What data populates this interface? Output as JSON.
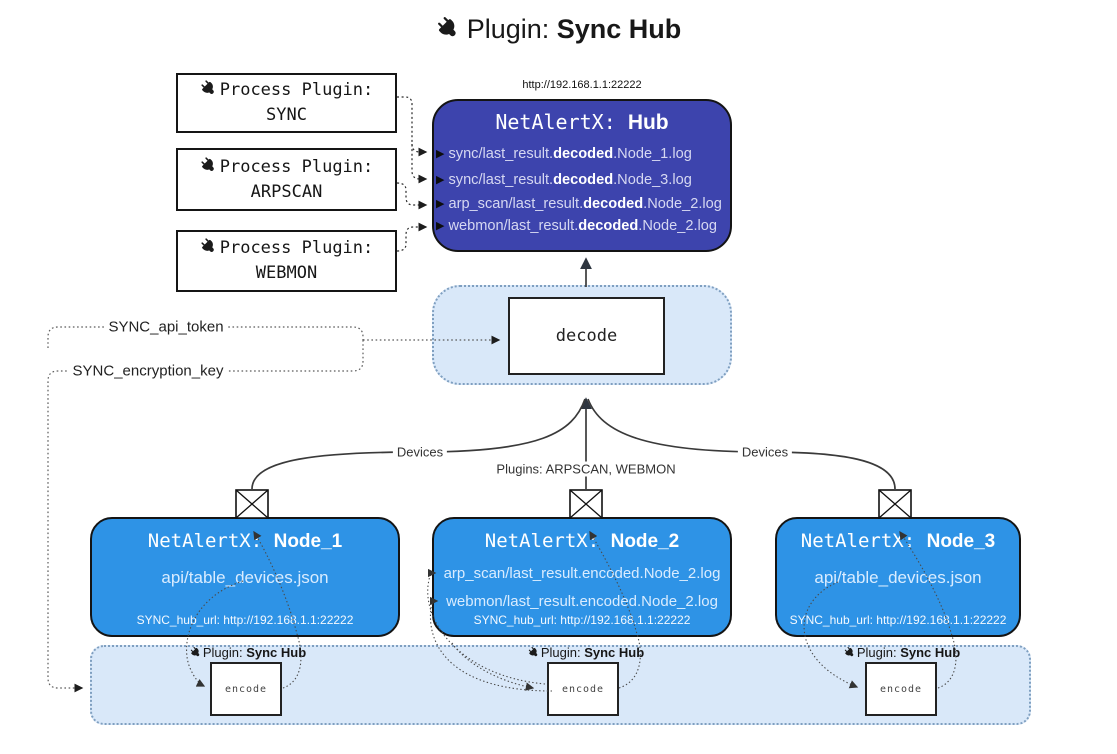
{
  "title": {
    "label": "Plugin:",
    "name": "Sync Hub"
  },
  "hub": {
    "url": "http://192.168.1.1:22222",
    "title_prefix": "NetAlertX:",
    "title_name": "Hub",
    "bullet": "▶",
    "logs": [
      {
        "pre": "sync/last_result.",
        "bold": "decoded",
        "post": ".Node_1.log"
      },
      {
        "pre": "sync/last_result.",
        "bold": "decoded",
        "post": ".Node_3.log"
      },
      {
        "pre": "arp_scan/last_result.",
        "bold": "decoded",
        "post": ".Node_2.log"
      },
      {
        "pre": "webmon/last_result.",
        "bold": "decoded",
        "post": ".Node_2.log"
      }
    ]
  },
  "process_plugins": [
    {
      "label": "Process Plugin:",
      "name": "SYNC"
    },
    {
      "label": "Process Plugin:",
      "name": "ARPSCAN"
    },
    {
      "label": "Process Plugin:",
      "name": "WEBMON"
    }
  ],
  "decode": {
    "label": "decode"
  },
  "settings": {
    "api_token": "SYNC_api_token",
    "encryption_key": "SYNC_encryption_key"
  },
  "edge_labels": {
    "devices_left": "Devices",
    "devices_right": "Devices",
    "plugins_center": "Plugins: ARPSCAN, WEBMON"
  },
  "nodes": [
    {
      "title_prefix": "NetAlertX:",
      "title_name": "Node_1",
      "files": [
        "api/table_devices.json"
      ],
      "hub_url": "SYNC_hub_url: http://192.168.1.1:22222"
    },
    {
      "title_prefix": "NetAlertX:",
      "title_name": "Node_2",
      "files": [
        "arp_scan/last_result.encoded.Node_2.log",
        "webmon/last_result.encoded.Node_2.log"
      ],
      "hub_url": "SYNC_hub_url: http://192.168.1.1:22222"
    },
    {
      "title_prefix": "NetAlertX:",
      "title_name": "Node_3",
      "files": [
        "api/table_devices.json"
      ],
      "hub_url": "SYNC_hub_url: http://192.168.1.1:22222"
    }
  ],
  "encoders": [
    {
      "label": "Plugin:",
      "name": "Sync Hub",
      "box": "encode"
    },
    {
      "label": "Plugin:",
      "name": "Sync Hub",
      "box": "encode"
    },
    {
      "label": "Plugin:",
      "name": "Sync Hub",
      "box": "encode"
    }
  ],
  "colors": {
    "hub_fill": "#3d44ad",
    "node_fill": "#2e93e6",
    "container_fill": "#d9e8f9",
    "container_border": "#7f9fc0"
  }
}
